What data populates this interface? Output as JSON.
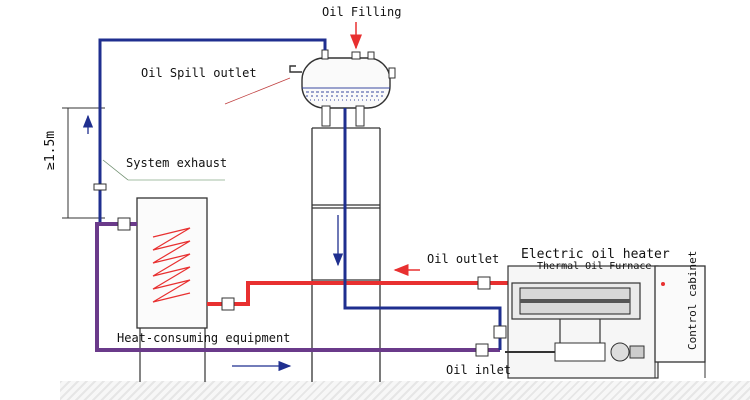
{
  "labels": {
    "oil_filling": "Oil Filling",
    "oil_spill_outlet": "Oil Spill outlet",
    "height_marker": "≥1.5m",
    "system_exhaust": "System exhaust",
    "heat_consuming_equipment": "Heat-consuming equipment",
    "oil_outlet": "Oil outlet",
    "electric_oil_heater": "Electric oil heater",
    "thermal_oil_furnace": "Thermal Oil Furnace",
    "control_cabinet": "Control cabinet",
    "oil_inlet": "Oil inlet"
  },
  "colors": {
    "hot_line": "#e83030",
    "cold_line": "#1f2f8f",
    "return_line": "#6a3a8a",
    "structure": "#333333",
    "ground": "#e6e6e6"
  }
}
